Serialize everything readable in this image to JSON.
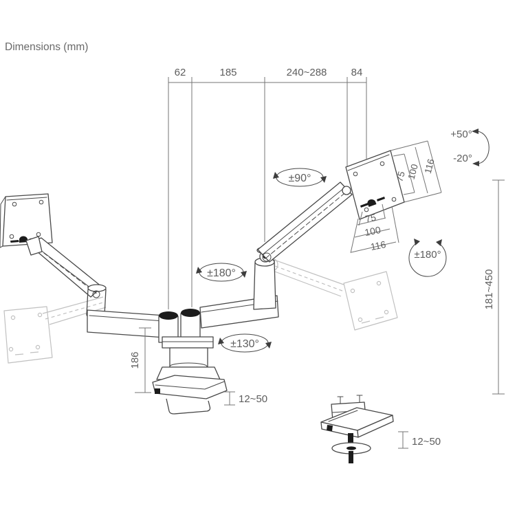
{
  "page": {
    "title": "Dimensions (mm)"
  },
  "colors": {
    "line": "#474747",
    "ghost": "#c0c0c0",
    "dim_text": "#5d5d5d",
    "black_fill": "#1c1c1c",
    "background": "#ffffff"
  },
  "top_dimensions": {
    "segments": [
      "62",
      "185",
      "240~288",
      "84"
    ]
  },
  "vertical_dimensions": {
    "pole_height": "186",
    "height_adjustment_range": "181~450"
  },
  "mount_options": {
    "clamp_thickness_range": "12~50",
    "grommet_thickness_range": "12~50"
  },
  "vesa_plate": {
    "side_labels": [
      "75",
      "100",
      "116"
    ],
    "bottom_labels": [
      "75",
      "100",
      "116"
    ]
  },
  "rotation_labels": {
    "joint_swivel": "±90°",
    "arm_swivel": "±180°",
    "base_swivel": "±130°",
    "screen_rotation": "±180°",
    "tilt_up": "+50°",
    "tilt_down": "-20°"
  }
}
